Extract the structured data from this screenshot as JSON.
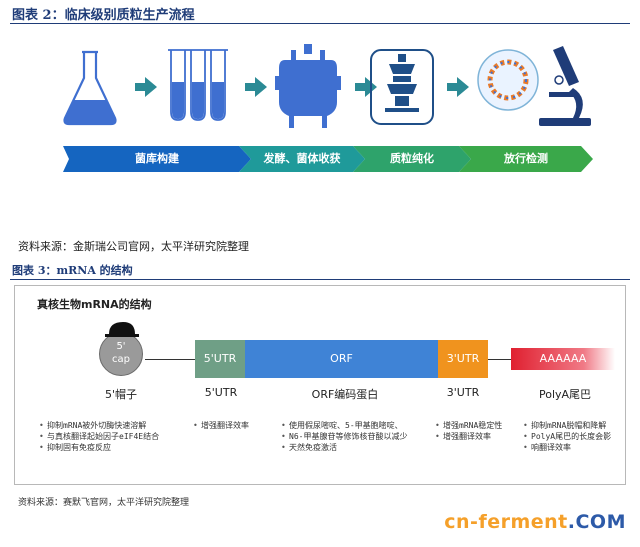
{
  "figure2": {
    "title": "图表 2：临床级别质粒生产流程",
    "stages": [
      "菌库构建",
      "发酵、菌体收获",
      "质粒纯化",
      "放行检测"
    ],
    "source": "资料来源：金斯瑞公司官网，太平洋研究院整理",
    "icons": [
      "flask-icon",
      "test-tubes-icon",
      "bioreactor-icon",
      "purification-column-icon",
      "plasmid-ring-icon",
      "microscope-icon"
    ],
    "colors": {
      "icon_blue": "#3f6fd0",
      "arrow_teal": "#2b8a95",
      "stage_blue": "#1565c0",
      "stage_teal": "#1f9a9a",
      "stage_green": "#3aa84a"
    }
  },
  "figure3": {
    "title": "图表 3：mRNA 的结构",
    "heading": "真核生物mRNA的结构",
    "cap": {
      "line1": "5'",
      "line2": "cap"
    },
    "segments": {
      "utr5": "5'UTR",
      "orf": "ORF",
      "utr3": "3'UTR",
      "polya": "AAAAAA"
    },
    "labels": [
      "5'帽子",
      "5'UTR",
      "ORF编码蛋白",
      "3'UTR",
      "PolyA尾巴"
    ],
    "bullets": {
      "cap": [
        "抑制mRNA被外切酶快速溶解",
        "与真核翻译起始因子eIF4E结合",
        "抑制固有免疫反应"
      ],
      "utr5": [
        "增强翻译效率"
      ],
      "orf": [
        "使用假尿嘧啶、5-甲基胞嘧啶、",
        "N6-甲基腺苷等修饰核苷酸以减少",
        "天然免疫激活"
      ],
      "utr3": [
        "增强mRNA稳定性",
        "增强翻译效率"
      ],
      "polya": [
        "抑制mRNA脱帽和降解",
        "PolyA尾巴的长度会影",
        "响翻译效率"
      ]
    },
    "source": "资料来源：赛默飞官网，太平洋研究院整理",
    "colors": {
      "utr5": "#6f9f86",
      "orf": "#3f83d6",
      "utr3": "#f0931e",
      "polya": "#e02030"
    }
  },
  "watermark": {
    "main": "cn-ferment",
    "sub": ".COM"
  }
}
